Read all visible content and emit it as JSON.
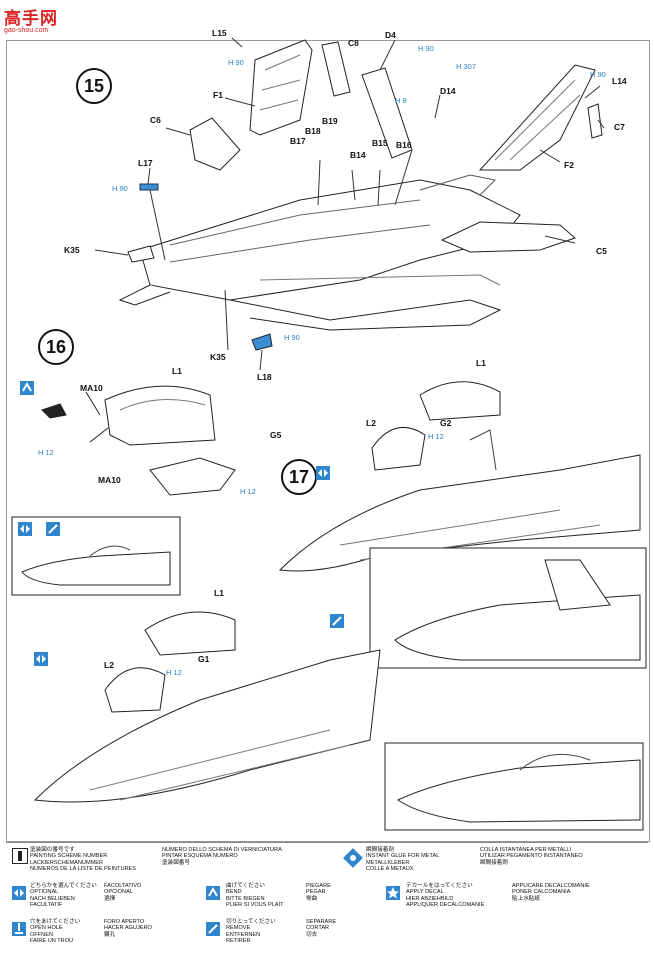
{
  "watermark": {
    "title": "高手网",
    "url": "gao-shou.com"
  },
  "steps": {
    "s15": "15",
    "s16": "16",
    "s17": "17"
  },
  "parts15": {
    "L15": "L15",
    "C8": "C8",
    "D4": "D4",
    "F1": "F1",
    "C6": "C6",
    "B17": "B17",
    "B18": "B18",
    "B19": "B19",
    "B14": "B14",
    "B15": "B15",
    "B16": "B16",
    "D14": "D14",
    "L14": "L14",
    "C7": "C7",
    "F2": "F2",
    "C5": "C5",
    "L17": "L17",
    "K35a": "K35",
    "K35b": "K35",
    "L18": "L18"
  },
  "colors15": {
    "h90a": "H 90",
    "h90b": "H 90",
    "h90c": "H 90",
    "h90d": "H 90",
    "h8": "H 8",
    "h307": "H 307",
    "h90e": "H 90"
  },
  "parts16": {
    "MA10a": "MA10",
    "MA10b": "MA10",
    "L1": "L1",
    "G5": "G5",
    "h12a": "H 12",
    "h12b": "H 12"
  },
  "parts17": {
    "L1": "L1",
    "L2": "L2",
    "G2": "G2",
    "h12": "H 12"
  },
  "partsAlt": {
    "L1": "L1",
    "L2": "L2",
    "G1": "G1",
    "h12": "H 12"
  },
  "legend": {
    "painting": [
      "塗装図の番号です",
      "PAINTING SCHEME NUMBER",
      "LACKIERSCHEMANUMMER",
      "NUMEROS DE LA LISTE DE PEINTURES"
    ],
    "painting_it": [
      "NUMERO DELLO SCHEMA DI VERNICIATURA",
      "PINTAR ESQUEMA NUMERO",
      "塗装図番号"
    ],
    "optional": [
      "どちらかを選んでください",
      "OPTIONAL",
      "NACH BELIEBEN",
      "FACULTATIF"
    ],
    "optional_it": [
      "FACOLTATIVO",
      "OPCIONAL",
      "選擇"
    ],
    "open": [
      "穴をあけてください",
      "OPEN HOLE",
      "OFFNEN",
      "FAIRE UN TROU"
    ],
    "open_it": [
      "FORO APERTO",
      "HACER AGUJERO",
      "鑽孔"
    ],
    "glue": [
      "瞬間接着剤",
      "INSTANT GLUE FOR METAL",
      "METALLKLEBER",
      "COLLE A METAUX"
    ],
    "glue_it": [
      "COLLA ISTANTANEA PER METALLI",
      "UTILIZAR PEGAMENTO INSTANTANEO",
      "瞬間接着劑"
    ],
    "bend": [
      "曲げてください",
      "BEND",
      "BITTE BIEGEN",
      "PLIER SI VOUS PLAIT"
    ],
    "bend_it": [
      "PIEGARE",
      "PEGAR",
      "彎曲"
    ],
    "remove": [
      "切りとってください",
      "REMOVE",
      "ENTFERNEN",
      "RETIRER"
    ],
    "remove_it": [
      "SEPARARE",
      "CORTAR",
      "切去"
    ],
    "decal": [
      "デカールをはってください",
      "APPLY DECAL",
      "HIER ABZIEHBILD",
      "APPLIQUER DECALCOMANIE"
    ],
    "decal_it": [
      "APPLICARE DECALCOMANIE",
      "PONER CALCOMANIA",
      "貼上水貼紙"
    ]
  }
}
